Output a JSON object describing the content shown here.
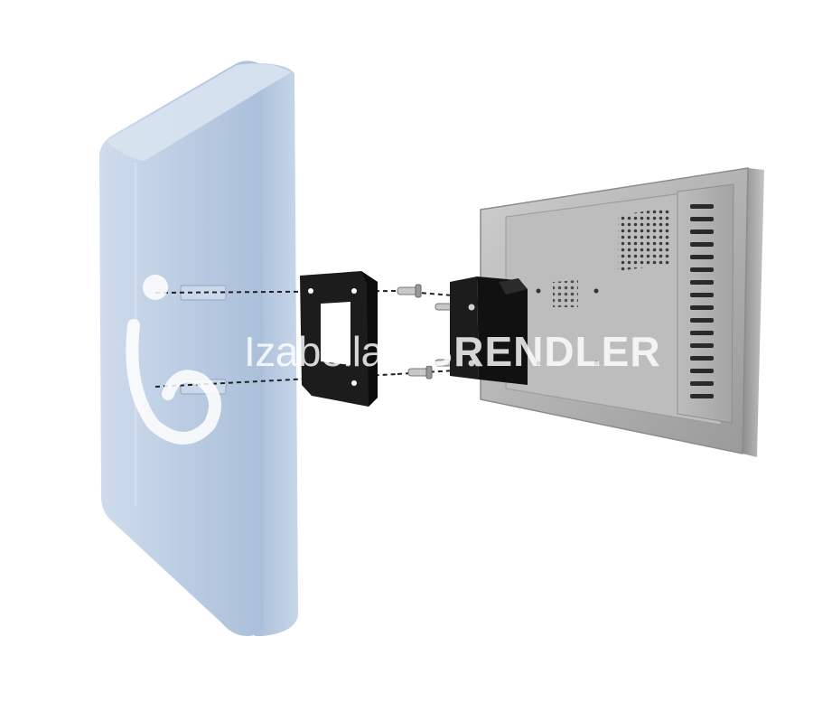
{
  "watermark": {
    "first_name": "Izabella",
    "last_name": "BRENDLER"
  },
  "colors": {
    "wall": "#bcd0e6",
    "bracket": "#1c1c1c",
    "chassis": "#b8b8b8",
    "frame": "#9a9a9a",
    "background": "#ffffff"
  },
  "parts": [
    "wall-panel",
    "wall-bracket",
    "screws",
    "device-bracket",
    "panel-pc"
  ]
}
